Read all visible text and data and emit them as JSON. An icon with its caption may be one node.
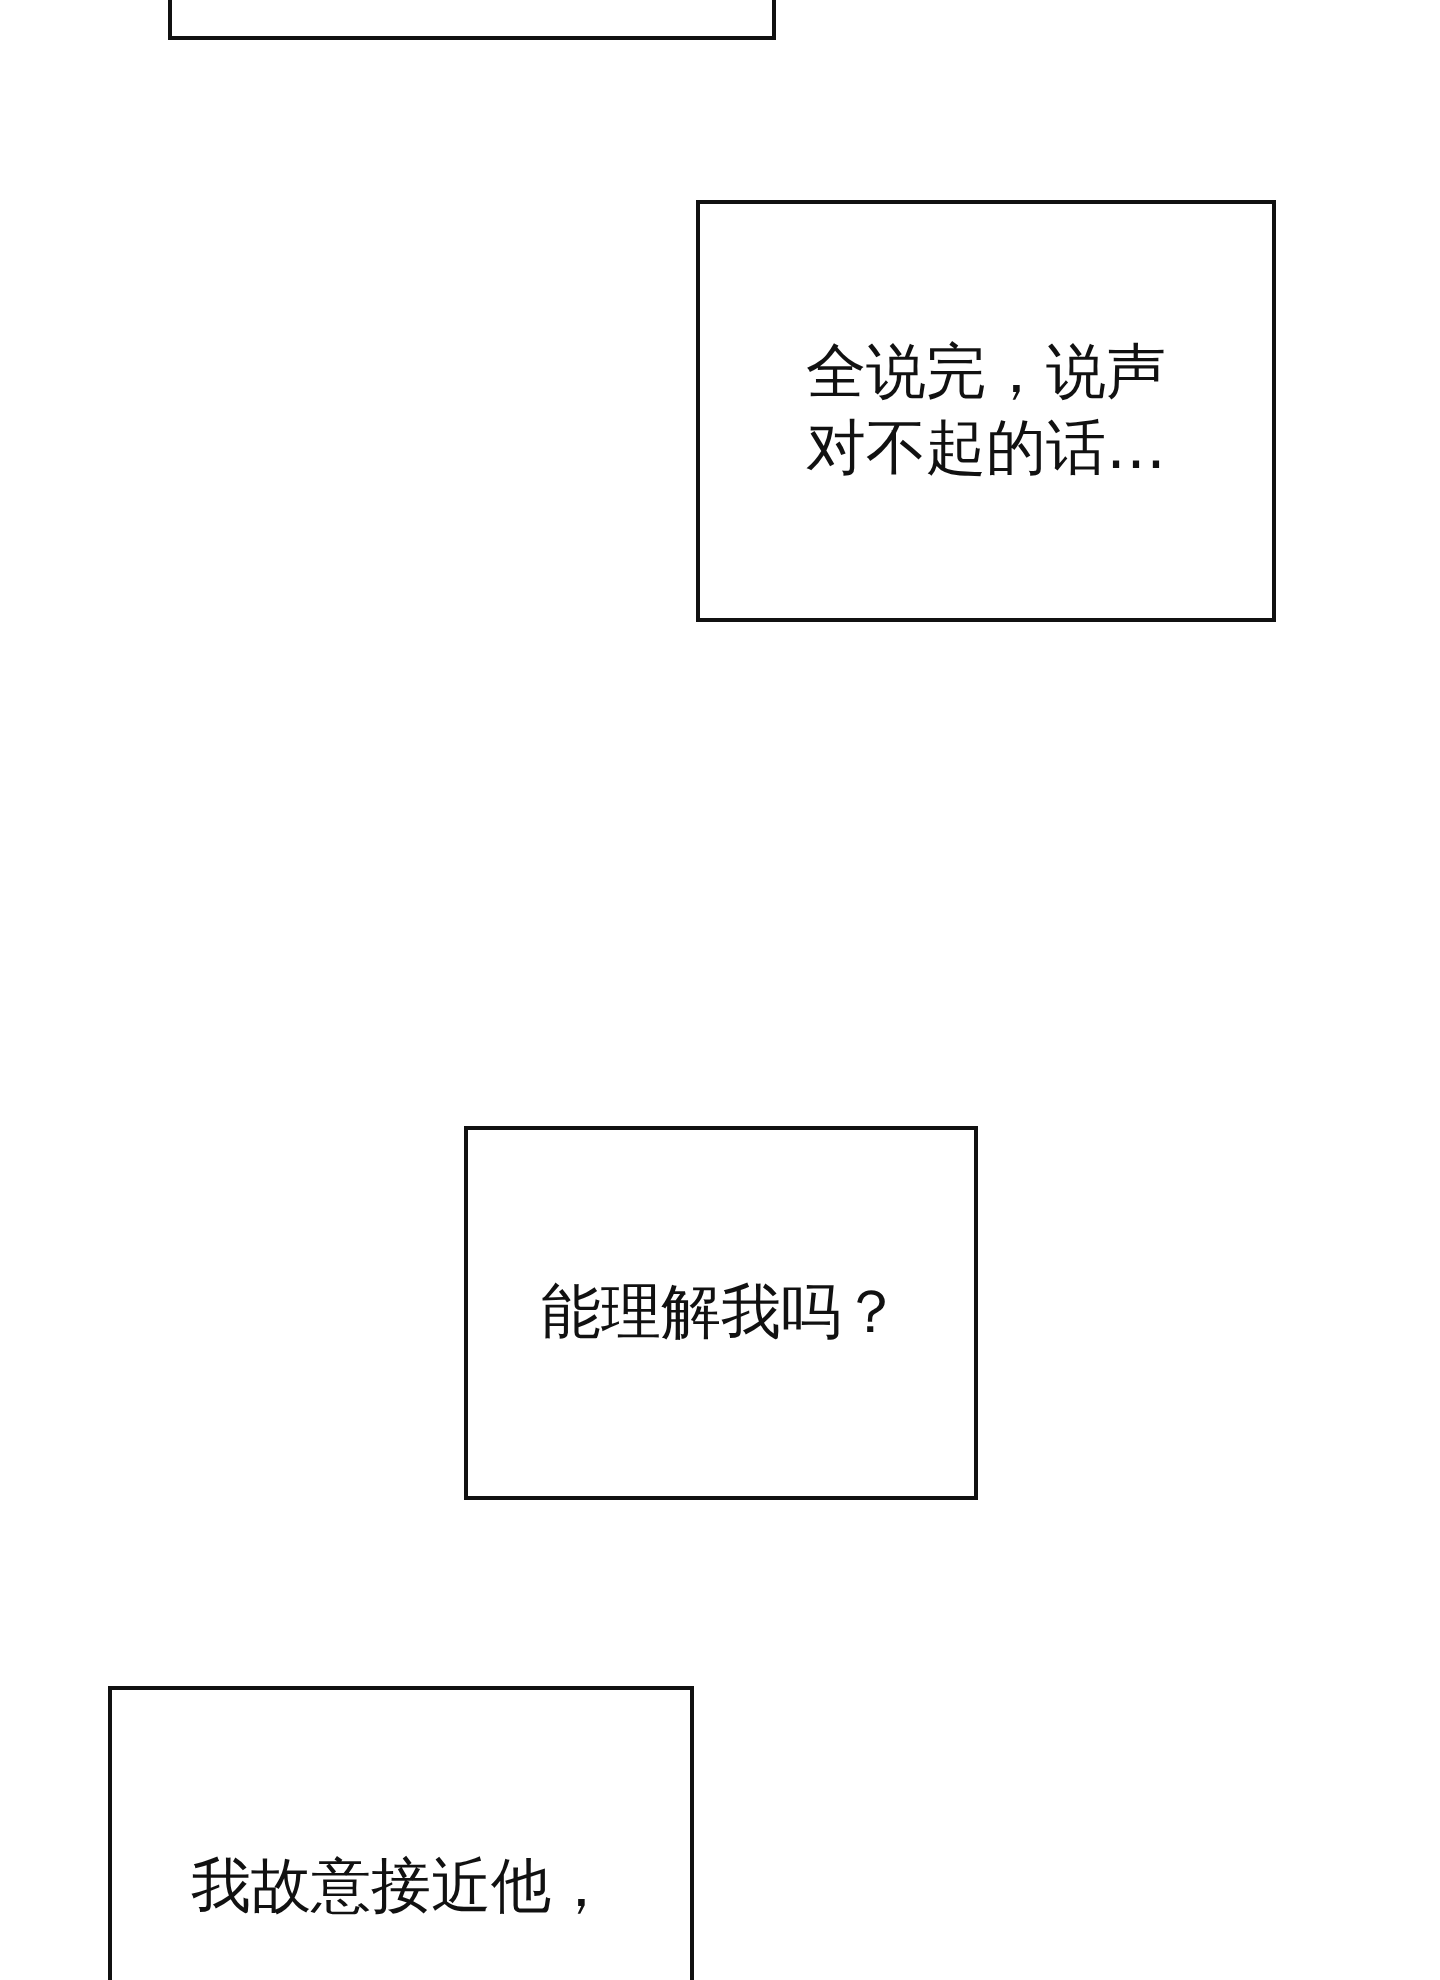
{
  "diagram": {
    "nodes": [
      {
        "text": [],
        "shape": "box"
      },
      {
        "text": [
          "全说完，说声对不起的话…"
        ]
      },
      {
        "text": [
          "能理解我吗？"
        ]
      },
      {
        "text": [
          "我故意接近他，"
        ]
      }
    ]
  }
}
